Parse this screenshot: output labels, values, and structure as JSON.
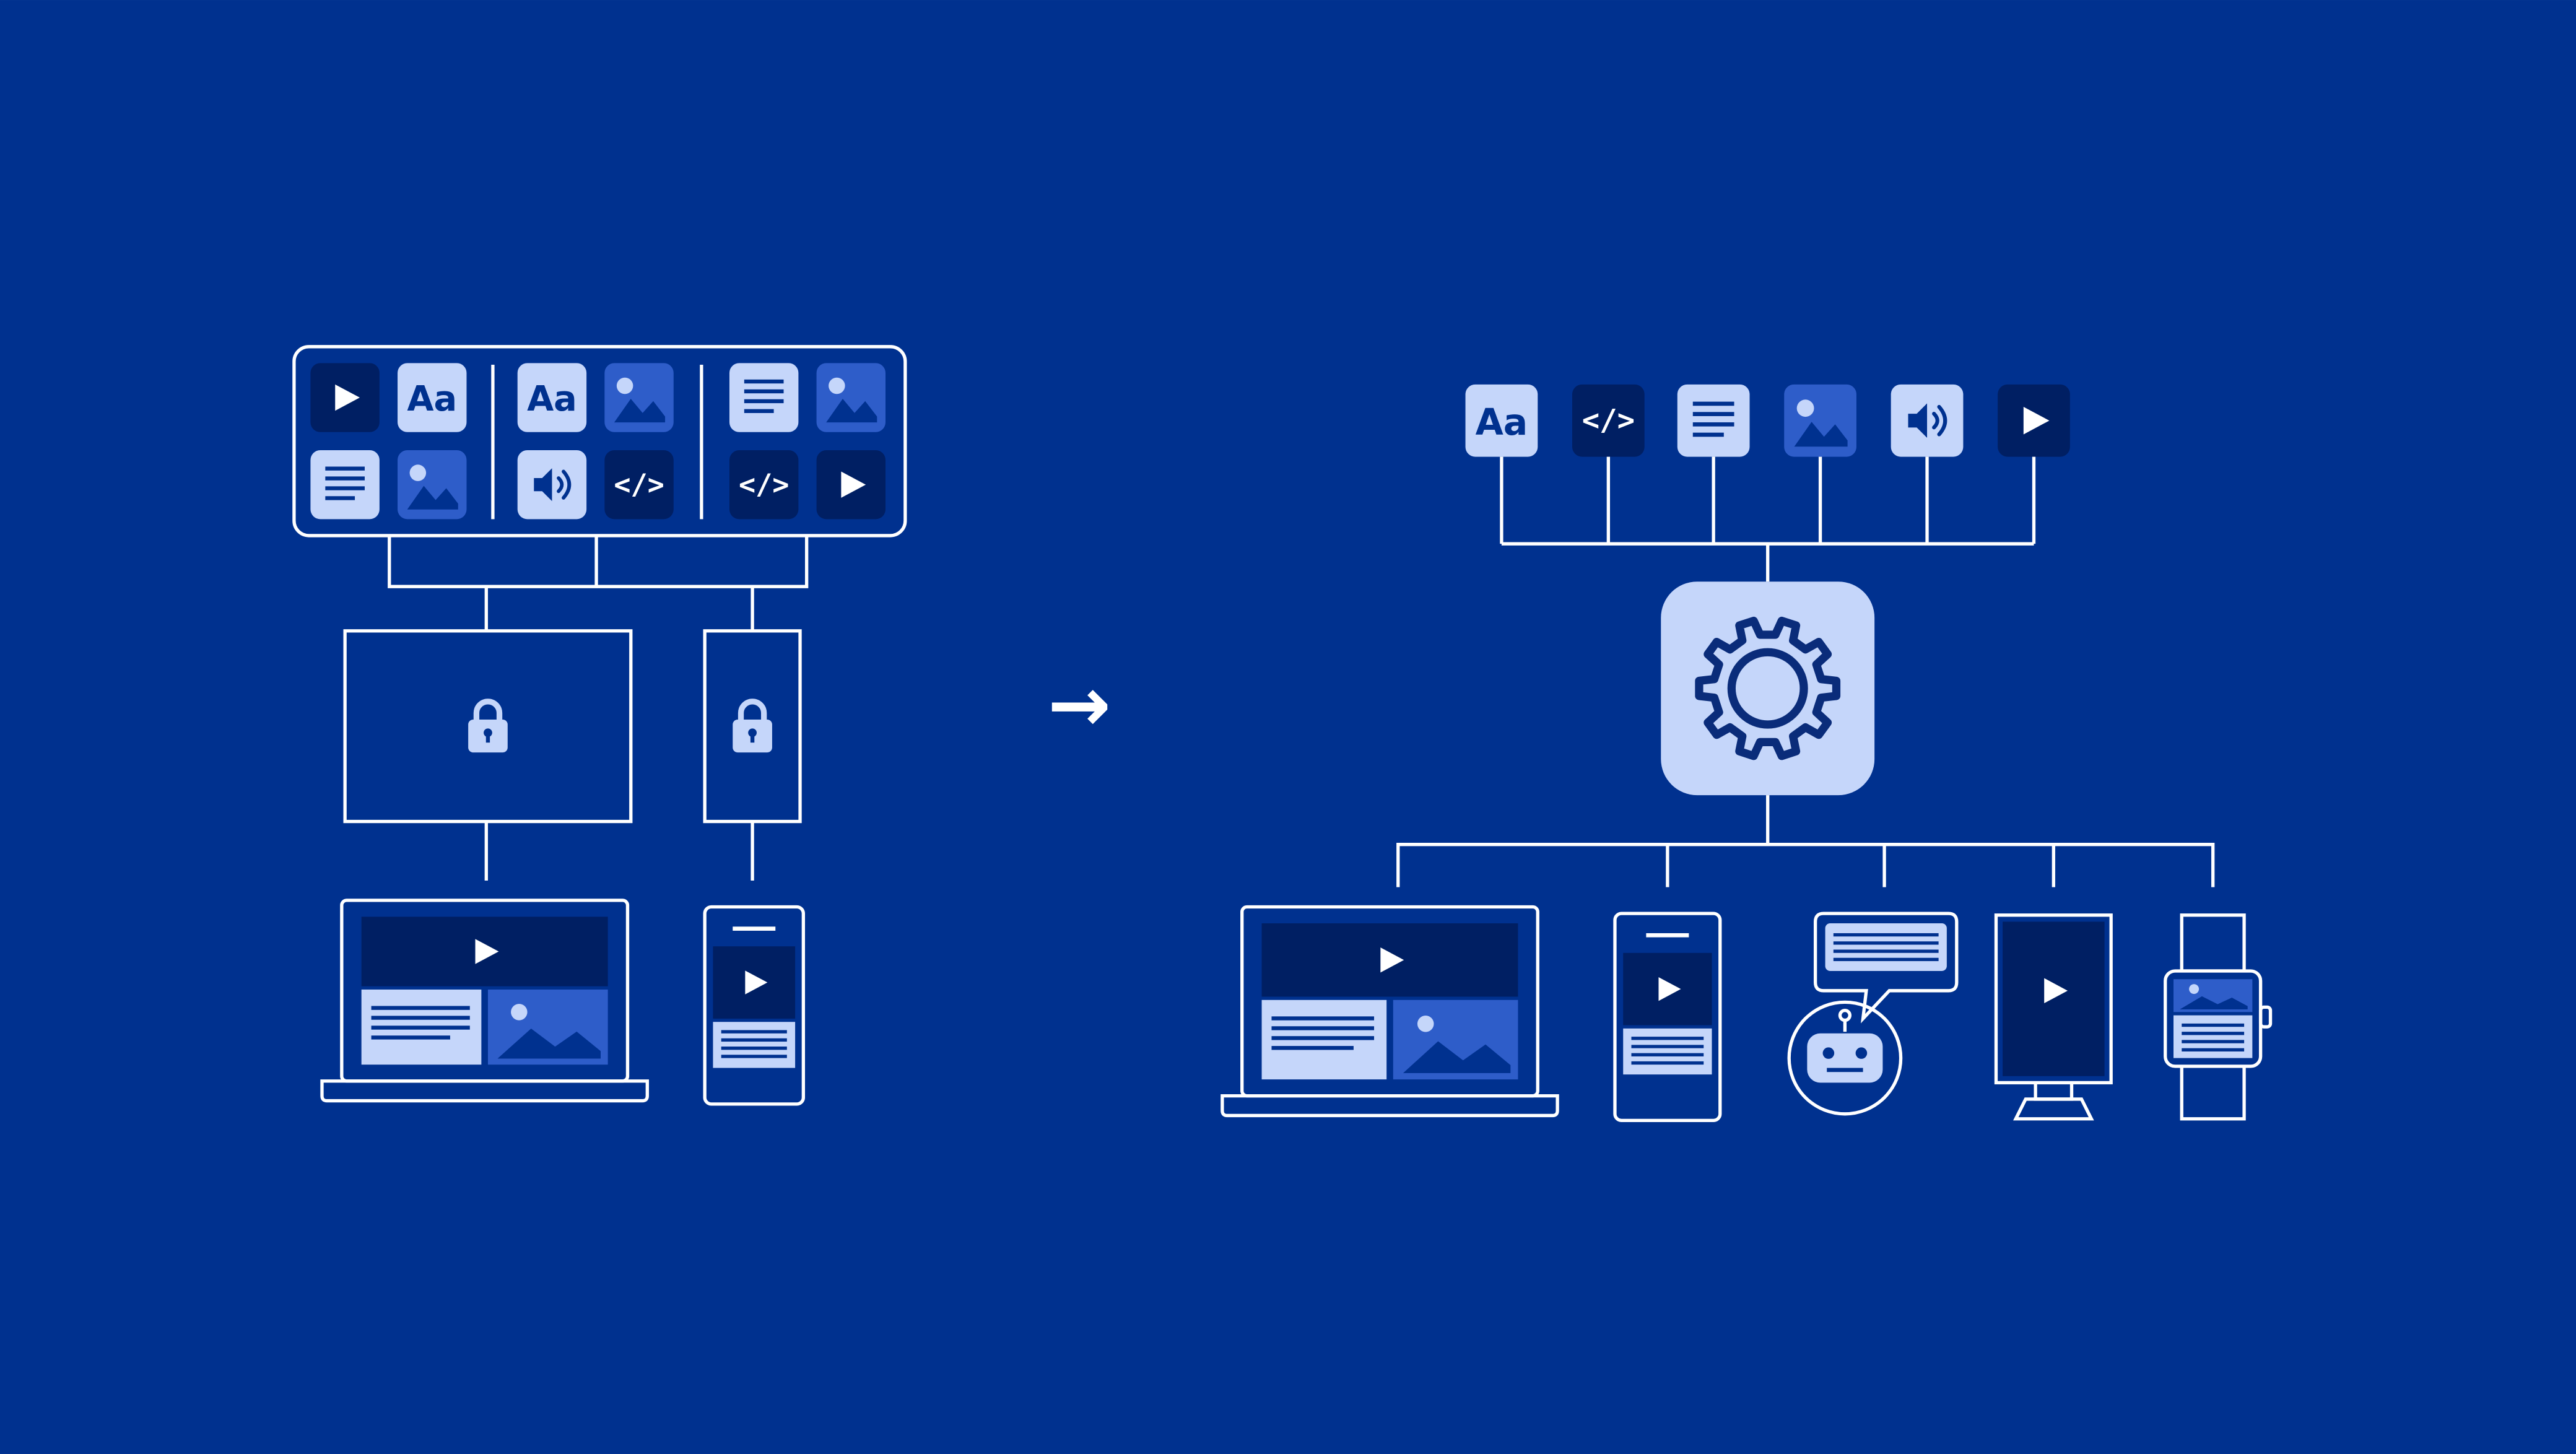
{
  "colors": {
    "background": "#00318F",
    "line": "#FFFFFF",
    "tile_light": "#C5D6FA",
    "tile_mid": "#2E5DC9",
    "tile_dark": "#001F63",
    "icon_dark": "#00318F",
    "engine_box": "#C5D6FA",
    "engine_gear": "#0A2C7A"
  },
  "left_diagram": {
    "content_groups": [
      {
        "tiles": [
          {
            "icon": "play-icon",
            "style": "dark",
            "label": ""
          },
          {
            "icon": "text-aa-icon",
            "style": "light",
            "label": "Aa"
          },
          {
            "icon": "document-lines-icon",
            "style": "light",
            "label": ""
          },
          {
            "icon": "image-icon",
            "style": "mid",
            "label": ""
          }
        ]
      },
      {
        "tiles": [
          {
            "icon": "text-aa-icon",
            "style": "light",
            "label": "Aa"
          },
          {
            "icon": "image-icon",
            "style": "mid",
            "label": ""
          },
          {
            "icon": "speaker-icon",
            "style": "light",
            "label": ""
          },
          {
            "icon": "code-icon",
            "style": "dark",
            "label": "</>"
          }
        ]
      },
      {
        "tiles": [
          {
            "icon": "document-lines-icon",
            "style": "light",
            "label": ""
          },
          {
            "icon": "image-icon",
            "style": "mid",
            "label": ""
          },
          {
            "icon": "code-icon",
            "style": "dark",
            "label": "</>"
          },
          {
            "icon": "play-icon",
            "style": "dark",
            "label": ""
          }
        ]
      }
    ],
    "silos": [
      {
        "icon": "lock-icon"
      },
      {
        "icon": "lock-icon"
      }
    ],
    "devices": [
      {
        "type": "laptop",
        "icon": "laptop-icon"
      },
      {
        "type": "phone",
        "icon": "phone-icon"
      }
    ]
  },
  "arrow": {
    "icon": "arrow-right-icon",
    "glyph": "→"
  },
  "right_diagram": {
    "content_types": [
      {
        "icon": "text-aa-icon",
        "style": "light",
        "label": "Aa"
      },
      {
        "icon": "code-icon",
        "style": "dark",
        "label": "</>"
      },
      {
        "icon": "document-lines-icon",
        "style": "light",
        "label": ""
      },
      {
        "icon": "image-icon",
        "style": "mid",
        "label": ""
      },
      {
        "icon": "speaker-icon",
        "style": "light",
        "label": ""
      },
      {
        "icon": "play-icon",
        "style": "dark",
        "label": ""
      }
    ],
    "engine": {
      "icon": "gear-icon"
    },
    "devices": [
      {
        "type": "laptop",
        "icon": "laptop-icon"
      },
      {
        "type": "phone",
        "icon": "phone-icon"
      },
      {
        "type": "chatbot",
        "icon": "robot-chat-icon"
      },
      {
        "type": "kiosk",
        "icon": "kiosk-display-icon"
      },
      {
        "type": "smartwatch",
        "icon": "smartwatch-icon"
      }
    ]
  }
}
